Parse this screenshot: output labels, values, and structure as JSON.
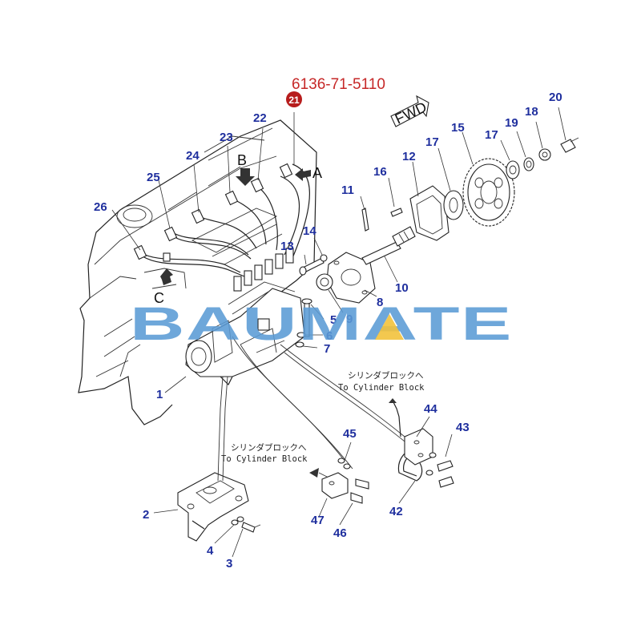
{
  "part_number": "6136-71-5110",
  "highlighted_callout": "21",
  "watermark": "BAUMATE",
  "fwd_label": "FWD",
  "view_arrows": {
    "a": "A",
    "b": "B",
    "c": "C"
  },
  "notes": {
    "cylinder_block_jp": "シリンダブロックへ",
    "cylinder_block_en": "To Cylinder Block"
  },
  "callouts": {
    "c1": "1",
    "c2": "2",
    "c3": "3",
    "c4": "4",
    "c5": "5",
    "c6": "6",
    "c7": "7",
    "c8": "8",
    "c9": "9",
    "c10": "10",
    "c11": "11",
    "c12": "12",
    "c13": "13",
    "c14": "14",
    "c15": "15",
    "c16": "16",
    "c17a": "17",
    "c17b": "17",
    "c18": "18",
    "c19": "19",
    "c20": "20",
    "c22": "22",
    "c23": "23",
    "c24": "24",
    "c25": "25",
    "c26": "26",
    "c42": "42",
    "c43": "43",
    "c44": "44",
    "c45": "45",
    "c46": "46",
    "c47": "47"
  },
  "colors": {
    "callout_text": "#1f2f9e",
    "part_number_text": "#c62828",
    "highlight_badge": "#b71c1c",
    "watermark": "#5b9bd5",
    "watermark_accent": "#f2c23c",
    "line_art": "#222222"
  }
}
